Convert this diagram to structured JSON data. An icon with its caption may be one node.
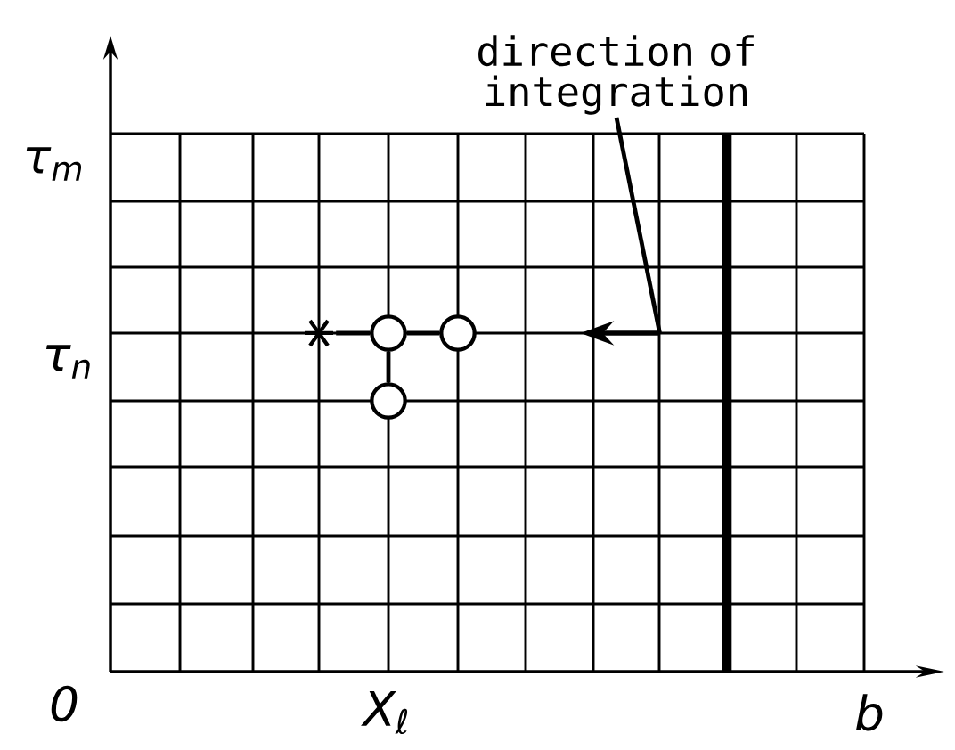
{
  "diagram": {
    "nodes": [
      {
        "text": [
          "direction of integration"
        ]
      },
      {
        "text": [],
        "shape": "star"
      },
      {
        "text": [],
        "shape": "circle"
      },
      {
        "text": [],
        "shape": "circle"
      },
      {
        "text": [],
        "shape": "arrow"
      },
      {
        "text": [],
        "shape": "circle"
      }
    ],
    "edges": [
      {
        "from": 1,
        "to": 2,
        "arrow": "none"
      },
      {
        "from": 2,
        "to": 3,
        "arrow": "none"
      },
      {
        "from": 2,
        "to": 5,
        "arrow": "none"
      },
      {
        "from": 0,
        "to": 4,
        "arrow": "none"
      }
    ],
    "labels": [
      "τ$_{m}$",
      "τ$_{n}$",
      "0",
      "X$_{ℓ}$",
      "b"
    ]
  }
}
